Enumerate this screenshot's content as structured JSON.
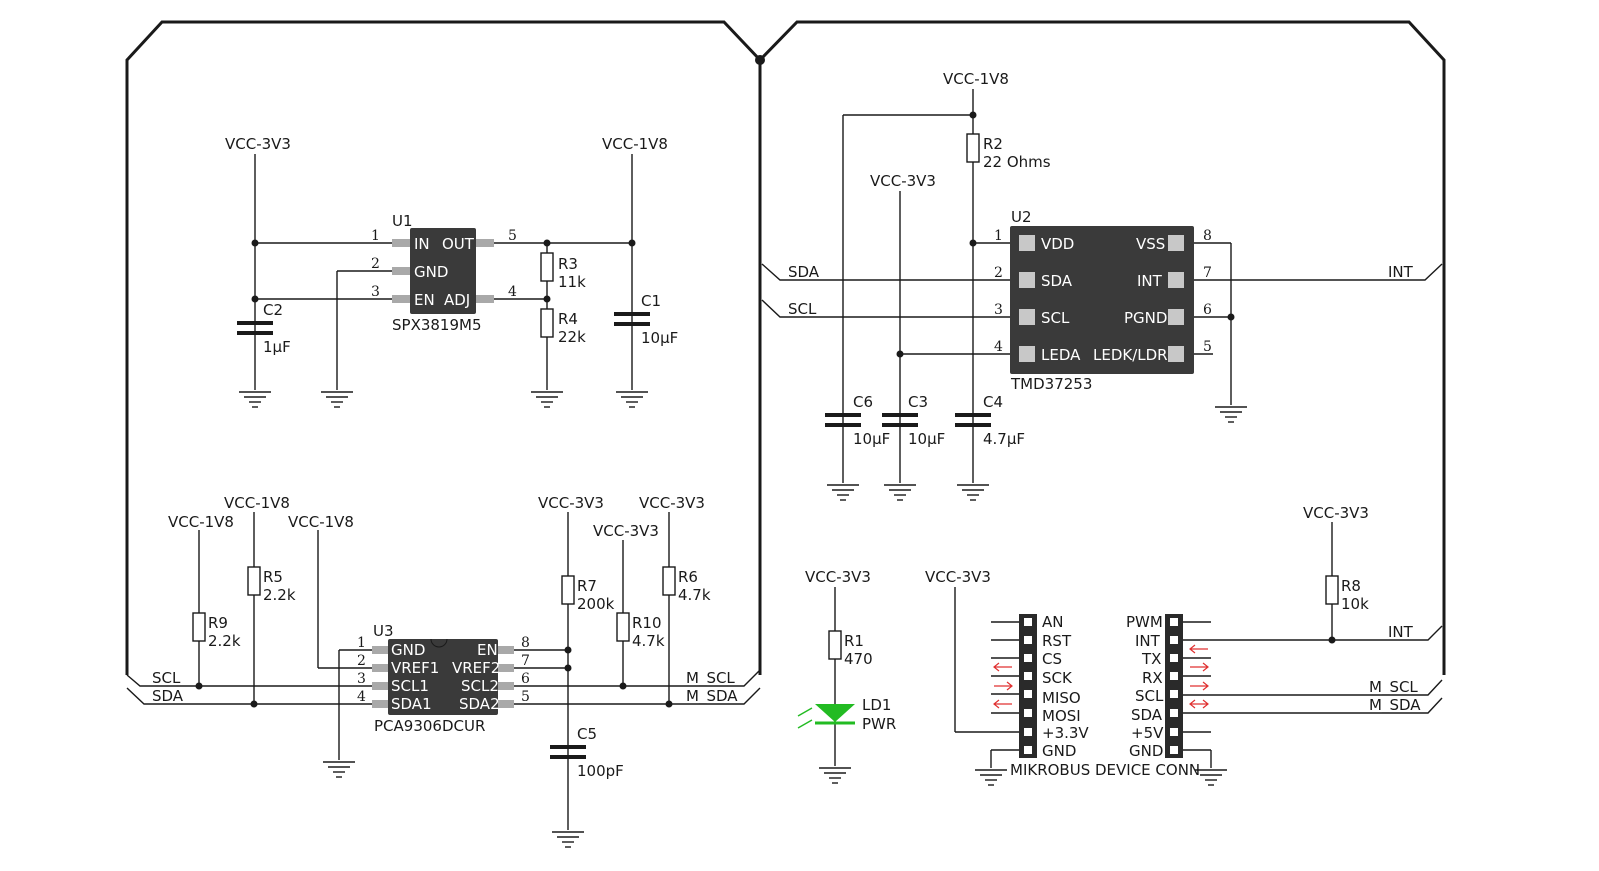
{
  "net": {
    "vcc3v3": "VCC-3V3",
    "vcc1v8": "VCC-1V8",
    "sda": "SDA",
    "scl": "SCL",
    "int": "INT",
    "m_scl": "M_SCL",
    "m_sda": "M_SDA"
  },
  "u1": {
    "ref": "U1",
    "part": "SPX3819M5",
    "pins": [
      "IN",
      "OUT",
      "GND",
      "EN",
      "ADJ"
    ],
    "pin_numbers": [
      "1",
      "2",
      "3",
      "5",
      "4"
    ]
  },
  "u2": {
    "ref": "U2",
    "part": "TMD37253",
    "left_pins": [
      "VDD",
      "SDA",
      "SCL",
      "LEDA"
    ],
    "right_pins": [
      "VSS",
      "INT",
      "PGND",
      "LEDK/LDR"
    ],
    "left_numbers": [
      "1",
      "2",
      "3",
      "4"
    ],
    "right_numbers": [
      "8",
      "7",
      "6",
      "5"
    ]
  },
  "u3": {
    "ref": "U3",
    "part": "PCA9306DCUR",
    "left_pins": [
      "GND",
      "VREF1",
      "SCL1",
      "SDA1"
    ],
    "right_pins": [
      "EN",
      "VREF2",
      "SCL2",
      "SDA2"
    ],
    "left_numbers": [
      "1",
      "2",
      "3",
      "4"
    ],
    "right_numbers": [
      "8",
      "7",
      "6",
      "5"
    ]
  },
  "components": {
    "c1": {
      "ref": "C1",
      "value": "10µF"
    },
    "c2": {
      "ref": "C2",
      "value": "1µF"
    },
    "c3": {
      "ref": "C3",
      "value": "10µF"
    },
    "c4": {
      "ref": "C4",
      "value": "4.7µF"
    },
    "c5": {
      "ref": "C5",
      "value": "100pF"
    },
    "c6": {
      "ref": "C6",
      "value": "10µF"
    },
    "r1": {
      "ref": "R1",
      "value": "470"
    },
    "r2": {
      "ref": "R2",
      "value": "22 Ohms"
    },
    "r3": {
      "ref": "R3",
      "value": "11k"
    },
    "r4": {
      "ref": "R4",
      "value": "22k"
    },
    "r5": {
      "ref": "R5",
      "value": "2.2k"
    },
    "r6": {
      "ref": "R6",
      "value": "4.7k"
    },
    "r7": {
      "ref": "R7",
      "value": "200k"
    },
    "r8": {
      "ref": "R8",
      "value": "10k"
    },
    "r9": {
      "ref": "R9",
      "value": "2.2k"
    },
    "r10": {
      "ref": "R10",
      "value": "4.7k"
    },
    "ld1": {
      "ref": "LD1",
      "value": "PWR"
    }
  },
  "mikrobus": {
    "title": "MIKROBUS DEVICE CONN",
    "left": [
      "AN",
      "RST",
      "CS",
      "SCK",
      "MISO",
      "MOSI",
      "+3.3V",
      "GND"
    ],
    "right": [
      "PWM",
      "INT",
      "TX",
      "RX",
      "SCL",
      "SDA",
      "+5V",
      "GND"
    ]
  },
  "colors": {
    "wire": "#1a1a1a",
    "chip": "#3a3a3a",
    "led": "#22bb22",
    "arrow": "#e03030"
  }
}
